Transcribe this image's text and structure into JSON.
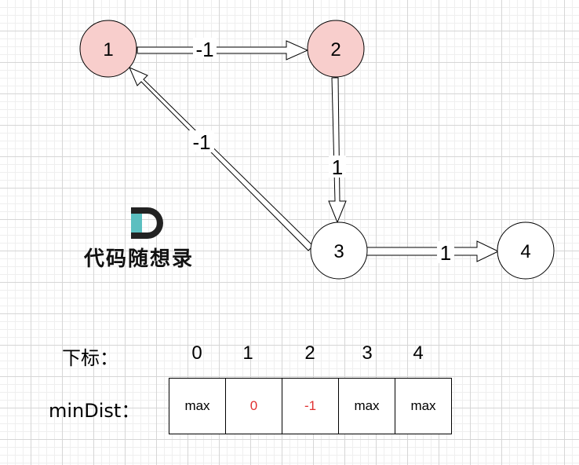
{
  "graph": {
    "nodes": [
      {
        "id": "1",
        "label": "1",
        "fill": "#f8cecc"
      },
      {
        "id": "2",
        "label": "2",
        "fill": "#f8cecc"
      },
      {
        "id": "3",
        "label": "3",
        "fill": "#ffffff"
      },
      {
        "id": "4",
        "label": "4",
        "fill": "#ffffff"
      }
    ],
    "edges": [
      {
        "from": "1",
        "to": "2",
        "weight": "-1"
      },
      {
        "from": "2",
        "to": "3",
        "weight": "1"
      },
      {
        "from": "3",
        "to": "1",
        "weight": "-1"
      },
      {
        "from": "3",
        "to": "4",
        "weight": "1"
      }
    ]
  },
  "logo": {
    "letter": "D",
    "text": "代码随想录"
  },
  "table": {
    "index_label": "下标：",
    "row_label": "minDist：",
    "indices": [
      "0",
      "1",
      "2",
      "3",
      "4"
    ],
    "values": [
      "max",
      "0",
      "-1",
      "max",
      "max"
    ],
    "highlight_color": "#e03030"
  }
}
